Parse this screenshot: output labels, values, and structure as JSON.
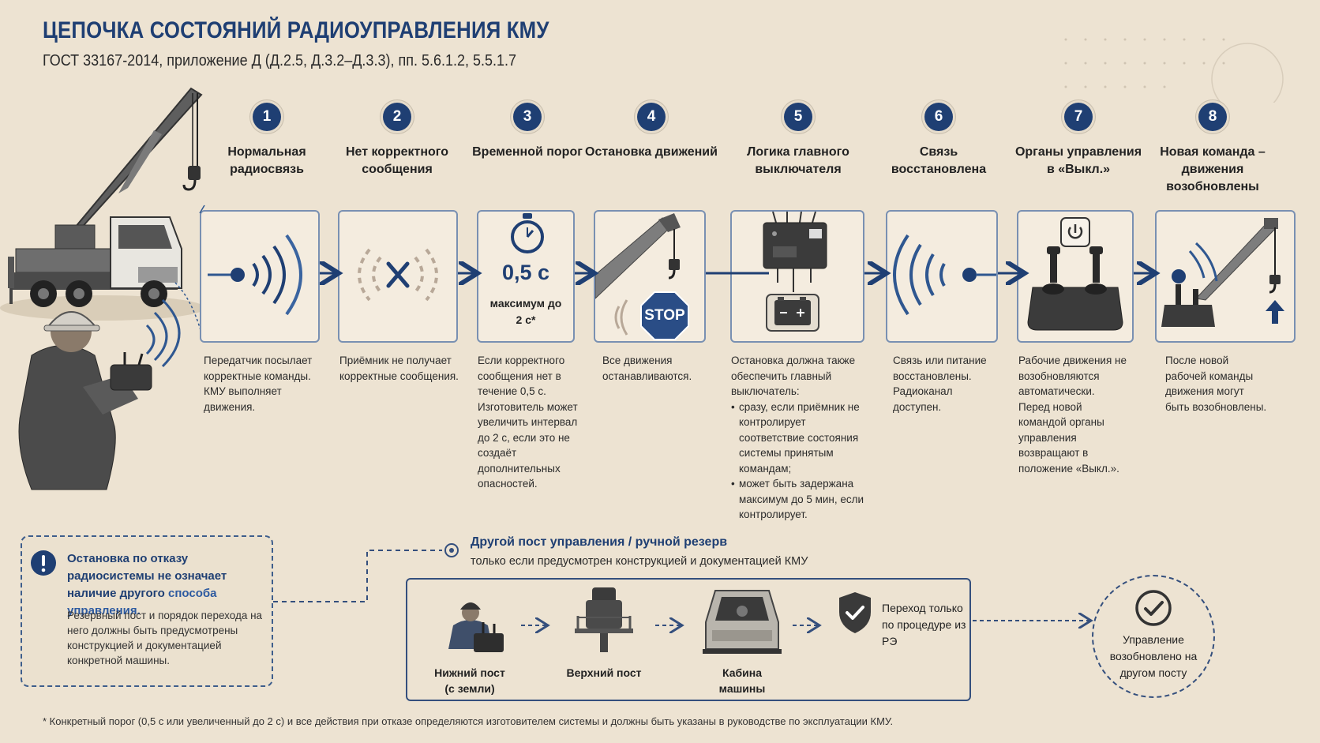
{
  "header": {
    "title": "ЦЕПОЧКА СОСТОЯНИЙ РАДИОУПРАВЛЕНИЯ КМУ",
    "subtitle": "ГОСТ 33167-2014, приложение Д (Д.2.5, Д.3.2–Д.3.3), пп. 5.6.1.2, 5.5.1.7"
  },
  "steps": [
    {
      "number": "1",
      "title": "Нормальная радиосвязь",
      "desc": "Передатчик посылает корректные команды. КМУ выполняет движения."
    },
    {
      "number": "2",
      "title": "Нет корректного сообщения",
      "desc": "Приёмник не получает корректные сообщения."
    },
    {
      "number": "3",
      "title": "Временной порог",
      "card_value": "0,5 с",
      "card_note": "максимум до 2 с*",
      "desc": "Если корректного сообщения нет в течение 0,5 с. Изготовитель может увеличить интервал до 2 с, если это не создаёт дополнительных опасностей."
    },
    {
      "number": "4",
      "title": "Остановка движений",
      "card_sign": "STOP",
      "desc": "Все движения останавливаются."
    },
    {
      "number": "5",
      "title": "Логика главного выключателя",
      "desc_intro": "Остановка должна также обеспечить главный выключатель:",
      "desc_items": [
        "сразу, если приёмник не контролирует соответствие состояния системы принятым командам;",
        "может быть задержана максимум до 5 мин, если контролирует."
      ]
    },
    {
      "number": "6",
      "title": "Связь восстановлена",
      "desc": "Связь или питание восстановлены. Радиоканал доступен."
    },
    {
      "number": "7",
      "title": "Органы управления в «Выкл.»",
      "desc": "Рабочие движения не возобновляются автоматически. Перед новой командой органы управления возвращают в положение «Выкл.»."
    },
    {
      "number": "8",
      "title": "Новая команда – движения возобновлены",
      "desc": "После новой рабочей команды движения могут быть возобновлены."
    }
  ],
  "warning": {
    "title_part1": "Остановка по отказу радиосистемы не означает наличие другого",
    "title_part2": "способа управления.",
    "text": "Резервный пост и порядок перехода на него должны быть предусмотрены конструкцией и документацией конкретной машины."
  },
  "alternative": {
    "title": "Другой пост управления / ручной резерв",
    "subtitle": "только если предусмотрен конструкцией и документацией КМУ",
    "posts": [
      {
        "label_line1": "Нижний пост",
        "label_line2": "(с земли)"
      },
      {
        "label_line1": "Верхний пост",
        "label_line2": ""
      },
      {
        "label_line1": "Кабина",
        "label_line2": "машины"
      }
    ],
    "procedure": "Переход только по процедуре из РЭ",
    "result": "Управление возобновлено на другом посту"
  },
  "footnote": "* Конкретный порог (0,5 с или увеличенный до 2 с) и все действия при отказе определяются изготовителем системы и должны быть указаны в руководстве по эксплуатации КМУ.",
  "colors": {
    "accent": "#1f3f73",
    "background": "#ede3d2",
    "card_border": "#7990b2",
    "stop": "#2a4d86"
  }
}
